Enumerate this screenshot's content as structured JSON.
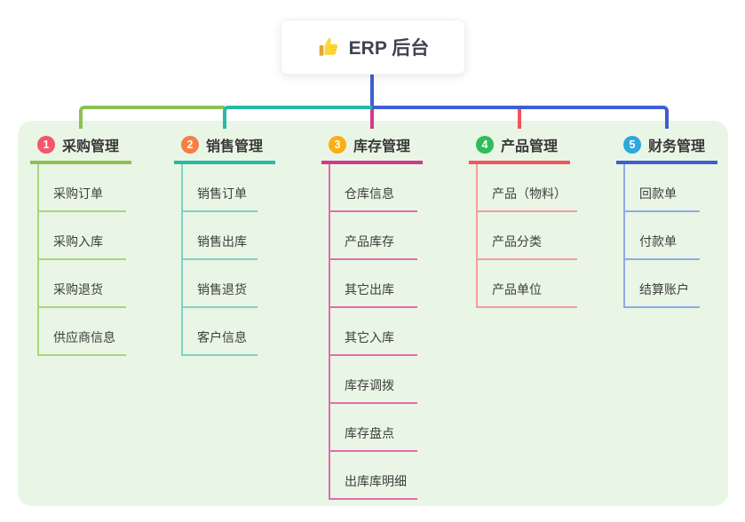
{
  "root": {
    "title": "ERP 后台",
    "icon": "thumbs-up-icon"
  },
  "colors": {
    "panel_bg": "#e9f6e5",
    "root_text": "#3f4350",
    "branch_title_text": "#383838",
    "child_text": "#3e3e3e"
  },
  "branches": [
    {
      "badge": "1",
      "label": "采购管理",
      "badge_color": "#f4566a",
      "line_color": "#8cc152",
      "child_line_color": "#a9d67f",
      "children": [
        "采购订单",
        "采购入库",
        "采购退货",
        "供应商信息"
      ]
    },
    {
      "badge": "2",
      "label": "销售管理",
      "badge_color": "#f97d45",
      "line_color": "#27b9a8",
      "child_line_color": "#7ed3c5",
      "children": [
        "销售订单",
        "销售出库",
        "销售退货",
        "客户信息"
      ]
    },
    {
      "badge": "3",
      "label": "库存管理",
      "badge_color": "#fbae17",
      "line_color": "#d4378e",
      "child_line_color": "#e36bb1",
      "children": [
        "仓库信息",
        "产品库存",
        "其它出库",
        "其它入库",
        "库存调拨",
        "库存盘点",
        "出库库明细"
      ]
    },
    {
      "badge": "4",
      "label": "产品管理",
      "badge_color": "#2ebd59",
      "line_color": "#f5525e",
      "child_line_color": "#f79ba0",
      "children": [
        "产品（物料）",
        "产品分类",
        "产品单位"
      ]
    },
    {
      "badge": "5",
      "label": "财务管理",
      "badge_color": "#2ba9e0",
      "line_color": "#3e5ed3",
      "child_line_color": "#92a9e6",
      "children": [
        "回款单",
        "付款单",
        "结算账户"
      ]
    }
  ]
}
